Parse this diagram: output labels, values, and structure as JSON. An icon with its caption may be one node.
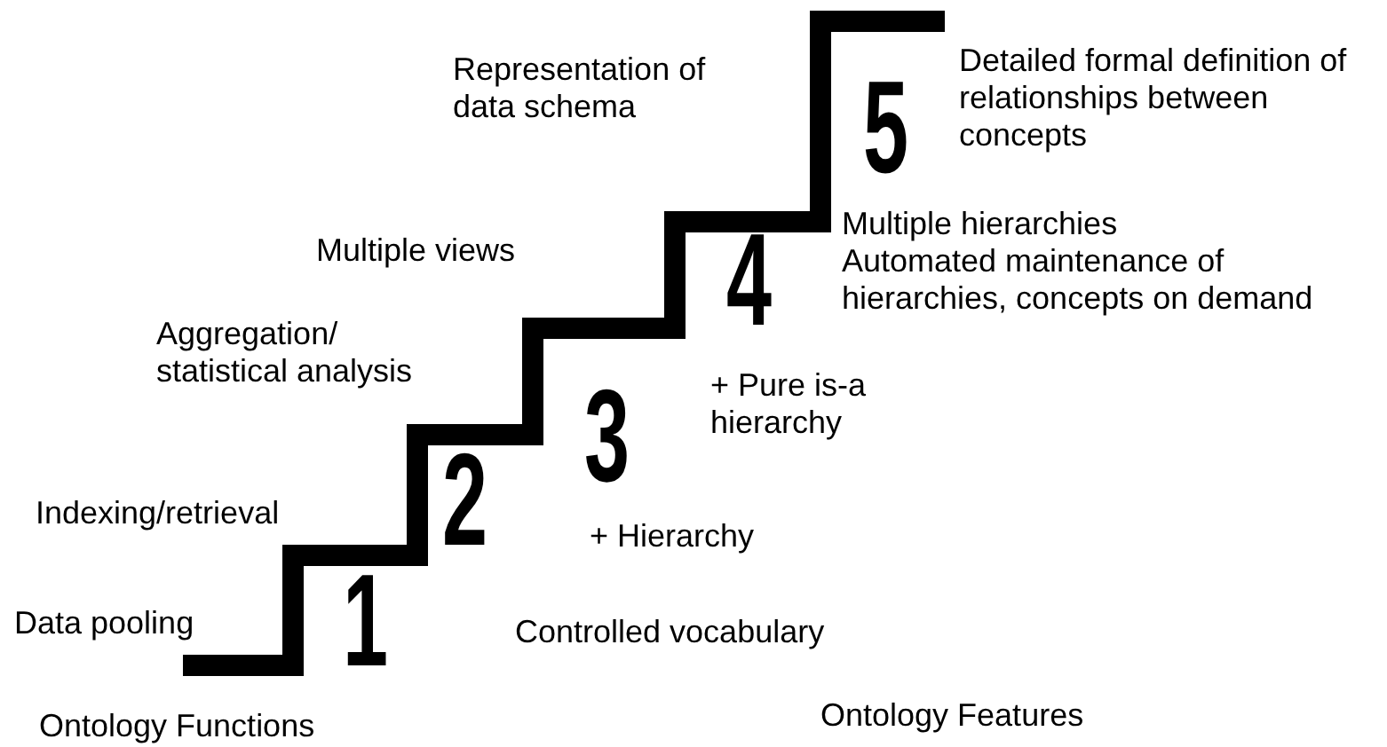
{
  "diagram": {
    "labels": [
      "Representation of data schema",
      "Detailed formal definition of relationships between concepts",
      "5",
      "Multiple views",
      "4",
      "Multiple hierarchies",
      "Automated maintenance of hierarchies, concepts on demand",
      "Aggregation/ statistical analysis",
      "3",
      "+ Pure is-a hierarchy",
      "Indexing/retrieval",
      "2",
      "+ Hierarchy",
      "Data pooling",
      "1",
      "Controlled vocabulary",
      "Ontology Functions",
      "Ontology Features"
    ]
  }
}
